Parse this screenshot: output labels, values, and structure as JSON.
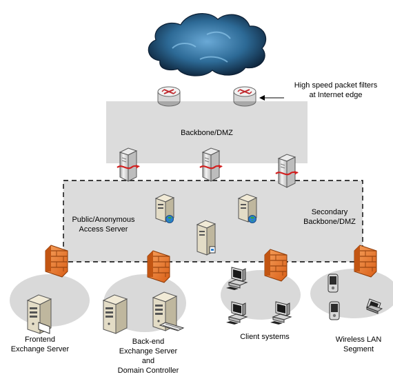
{
  "labels": {
    "packet_filters": [
      "High speed packet filters",
      "at Internet edge"
    ],
    "backbone_dmz": "Backbone/DMZ",
    "public_server": [
      "Public/Anonymous",
      "Access Server"
    ],
    "secondary_backbone": [
      "Secondary",
      "Backbone/DMZ"
    ],
    "frontend": [
      "Frontend",
      "Exchange Server"
    ],
    "backend": [
      "Back-end",
      "Exchange Server",
      "and",
      "Domain Controller"
    ],
    "client_systems": "Client systems",
    "wireless": [
      "Wireless LAN",
      "Segment"
    ]
  },
  "icons": {
    "cloud": "internet-cloud-icon",
    "router": "router-icon",
    "firewall": "firewall-icon",
    "server_tower": "server-tower-icon",
    "web_server": "web-server-icon",
    "workstation": "workstation-icon",
    "pda": "pda-icon",
    "laptop": "laptop-icon"
  },
  "colors": {
    "zone_fill": "#dcdcdc",
    "zone_border": "#000000",
    "firewall": "#e8742a",
    "cloud": "#2d6a96"
  }
}
